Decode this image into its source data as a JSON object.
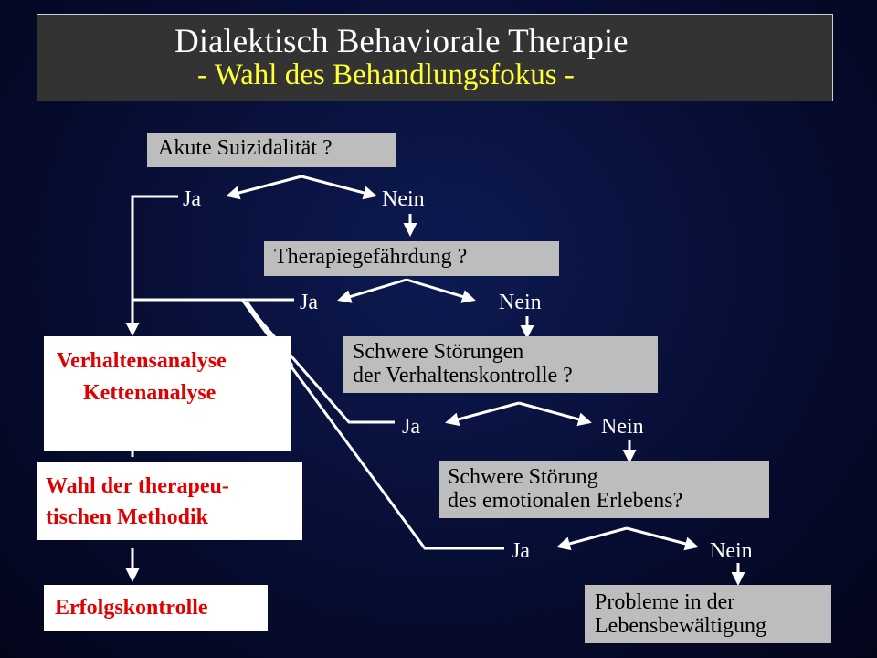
{
  "title": {
    "line1": "Dialektisch Behaviorale Therapie",
    "line2": "- Wahl des Behandlungsfokus -"
  },
  "questions": {
    "q1": "Akute Suizidalität ?",
    "q2": "Therapiegefährdung ?",
    "q3_line1": "Schwere Störungen",
    "q3_line2": "der Verhaltenskontrolle ?",
    "q4_line1": "Schwere Störung",
    "q4_line2": "des emotionalen Erlebens?",
    "q5_line1": "Probleme in der",
    "q5_line2": "Lebensbewältigung"
  },
  "answers": {
    "yes": "Ja",
    "no": "Nein"
  },
  "steps": {
    "analysis_line1": "Verhaltensanalyse",
    "analysis_line2": "Kettenanalyse",
    "method_line1": "Wahl der therapeu-",
    "method_line2": "tischen Methodik",
    "control": "Erfolgskontrolle"
  },
  "colors": {
    "title_text": "#ffffff",
    "subtitle_text": "#ffff33",
    "question_box": "#bdbdbd",
    "step_text": "#e10000"
  }
}
